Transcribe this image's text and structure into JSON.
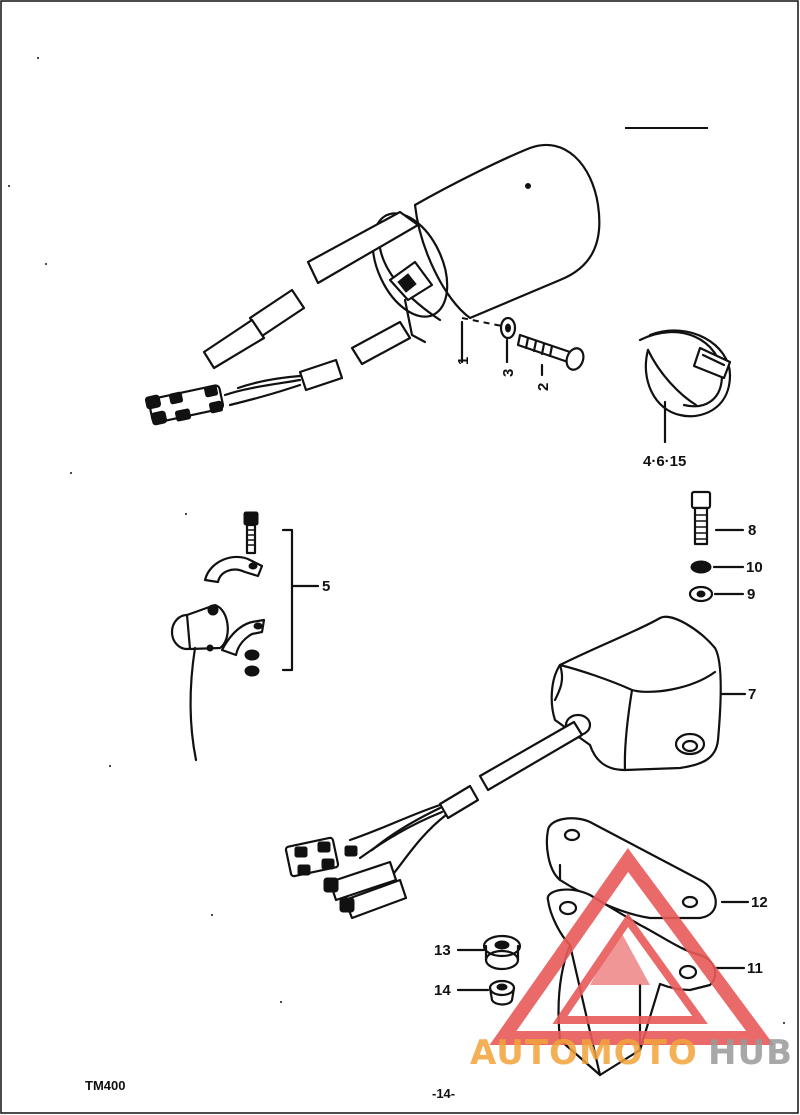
{
  "callouts": {
    "c1": "1",
    "c2": "2",
    "c3": "3",
    "c4_6_15": "4·6·15",
    "c5": "5",
    "c7": "7",
    "c8": "8",
    "c9": "9",
    "c10": "10",
    "c11": "11",
    "c12": "12",
    "c13": "13",
    "c14": "14"
  },
  "footer": {
    "model": "TM400",
    "page": "-14-"
  },
  "watermark": {
    "part1": "AUTOMOTO",
    "part2": "HUB",
    "color_primary": "#f2a33a",
    "color_secondary": "#9a9a9a",
    "logo_color": "#e85a5a"
  }
}
